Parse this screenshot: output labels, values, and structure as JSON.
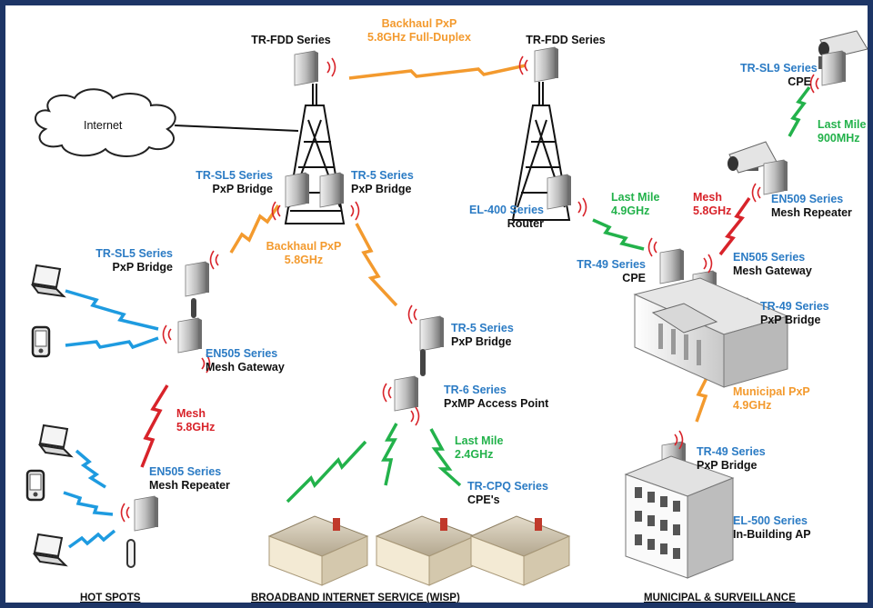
{
  "labels": {
    "internet": "Internet",
    "backhaul_top": {
      "line1": "Backhaul PxP",
      "line2": "5.8GHz Full-Duplex"
    },
    "trfdd_left": "TR-FDD Series",
    "trfdd_right": "TR-FDD Series",
    "trsl9": {
      "series": "TR-SL9 Series",
      "desc": "CPE"
    },
    "lastmile_900": {
      "line1": "Last Mile",
      "line2": "900MHz"
    },
    "en509": {
      "series": "EN509 Series",
      "desc": "Mesh Repeater"
    },
    "mesh_right": {
      "line1": "Mesh",
      "line2": "5.8GHz"
    },
    "lastmile_49": {
      "line1": "Last Mile",
      "line2": "4.9GHz"
    },
    "el400": {
      "series": "EL-400 Series",
      "desc": "Router"
    },
    "trsl5_top": {
      "series": "TR-SL5 Series",
      "desc": "PxP Bridge"
    },
    "tr5_top": {
      "series": "TR-5 Series",
      "desc": "PxP Bridge"
    },
    "backhaul_mid": {
      "line1": "Backhaul PxP",
      "line2": "5.8GHz"
    },
    "trsl5_left": {
      "series": "TR-SL5 Series",
      "desc": "PxP Bridge"
    },
    "en505_left": {
      "series": "EN505 Series",
      "desc": "Mesh Gateway"
    },
    "tr49_cpe": {
      "series": "TR-49 Series",
      "desc": "CPE"
    },
    "en505_right": {
      "series": "EN505 Series",
      "desc": "Mesh Gateway"
    },
    "tr49_pxp_top": {
      "series": "TR-49 Series",
      "desc": "PxP Bridge"
    },
    "tr5_mid": {
      "series": "TR-5 Series",
      "desc": "PxP Bridge"
    },
    "tr6": {
      "series": "TR-6 Series",
      "desc": "PxMP Access Point"
    },
    "municipal": {
      "line1": "Municipal PxP",
      "line2": "4.9GHz"
    },
    "mesh_left": {
      "line1": "Mesh",
      "line2": "5.8GHz"
    },
    "lastmile_24": {
      "line1": "Last Mile",
      "line2": "2.4GHz"
    },
    "en505_repeater": {
      "series": "EN505 Series",
      "desc": "Mesh Repeater"
    },
    "trcpq": {
      "series": "TR-CPQ Series",
      "desc": "CPE's"
    },
    "tr49_pxp_bottom": {
      "series": "TR-49 Series",
      "desc": "PxP Bridge"
    },
    "el500": {
      "series": "EL-500 Series",
      "desc": "In-Building AP"
    }
  },
  "footer": {
    "hot_spots": "HOT SPOTS",
    "wisp": "BROADBAND INTERNET SERVICE (WISP)",
    "municipal": "MUNICIPAL & SURVEILLANCE"
  },
  "colors": {
    "border": "#1d3566",
    "series": "#2b7bc4",
    "backhaul": "#f39a2e",
    "last_mile": "#23b24b",
    "mesh": "#d8232a",
    "wifi": "#1e9be0"
  }
}
